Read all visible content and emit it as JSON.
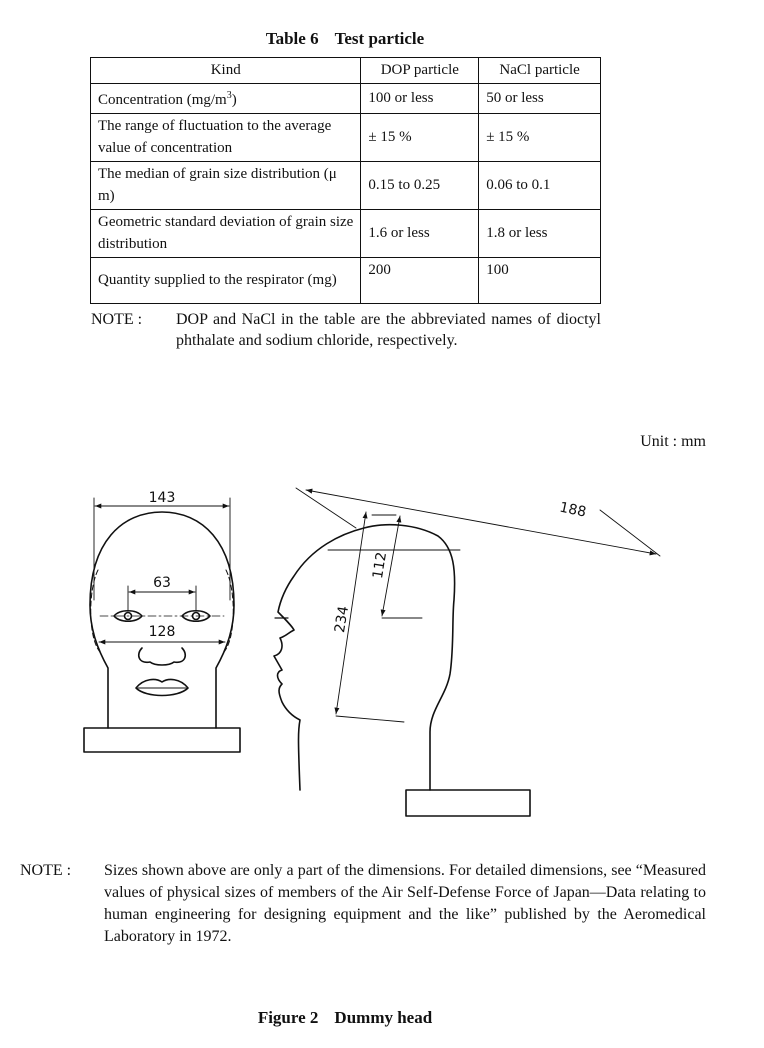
{
  "table": {
    "number": "Table 6",
    "title": "Test particle",
    "headers": [
      "Kind",
      "DOP particle",
      "NaCl particle"
    ],
    "rows": [
      {
        "kind": "Concentration (mg/m3)",
        "dop": "100 or less",
        "nacl": "50 or less"
      },
      {
        "kind": "The range of fluctuation to the average value of concentration",
        "dop": "± 15 %",
        "nacl": "± 15 %"
      },
      {
        "kind": "The median of grain size distribution (μ m)",
        "dop": "0.15 to 0.25",
        "nacl": "0.06 to 0.1"
      },
      {
        "kind": "Geometric standard deviation of grain size distribution",
        "dop": "1.6 or less",
        "nacl": "1.8 or less"
      },
      {
        "kind": "Quantity supplied to the respirator (mg)",
        "dop": "200",
        "nacl": "100"
      }
    ]
  },
  "note1": {
    "label": "NOTE :",
    "text": "DOP and NaCl in the table are the abbreviated names of dioctyl phthalate and sodium chloride, respectively."
  },
  "unit": "Unit : mm",
  "figure": {
    "front_width": "143",
    "eye_distance": "63",
    "ear_distance": "128",
    "head_length": "188",
    "upper_face": "112",
    "total_face": "234"
  },
  "note2": {
    "label": "NOTE :",
    "text": "Sizes shown above are only a part of the dimensions. For detailed dimensions, see “Measured values of physical sizes of members of the Air Self-Defense Force of Japan—Data relating to human engineering for designing equipment and the like” published by the Aeromedical Laboratory in 1972."
  },
  "figure_caption": {
    "number": "Figure 2",
    "title": "Dummy head"
  }
}
